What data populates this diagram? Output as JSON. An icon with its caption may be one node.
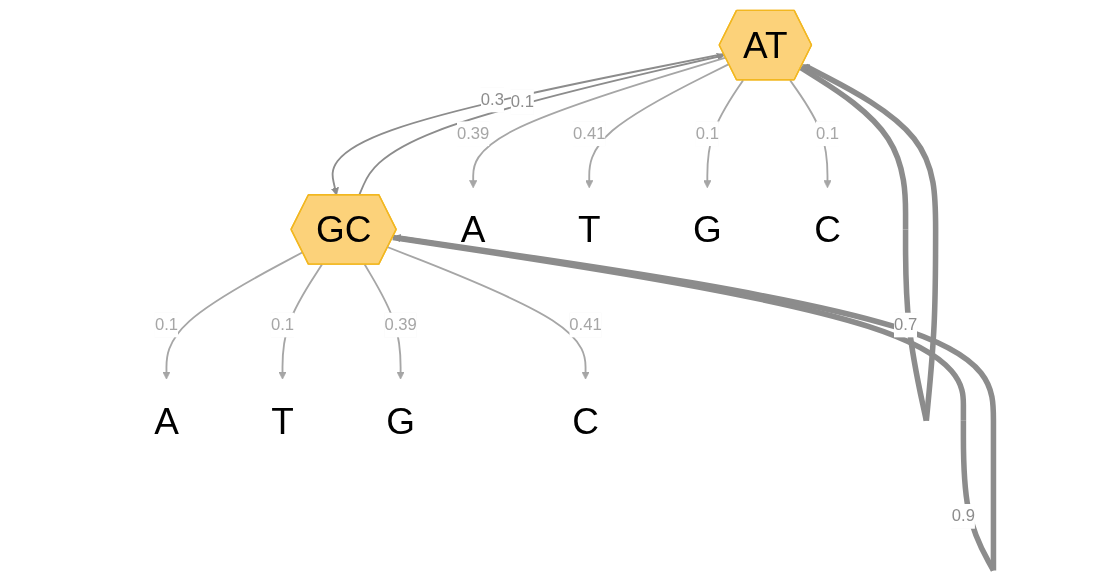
{
  "diagram": {
    "nodes": [
      {
        "text": [
          "AT"
        ]
      },
      {
        "text": [
          "GC"
        ]
      },
      {
        "text": [
          "A"
        ]
      },
      {
        "text": [
          "T"
        ]
      },
      {
        "text": [
          "G"
        ]
      },
      {
        "text": [
          "C"
        ]
      },
      {
        "text": [
          "A"
        ]
      },
      {
        "text": [
          "T"
        ]
      },
      {
        "text": [
          "G"
        ]
      },
      {
        "text": [
          "C"
        ]
      }
    ],
    "edges": [
      {
        "from": 0,
        "to": 0,
        "arrow": "to",
        "label": "0.7",
        "style": "thick",
        "color": "#8c8c8c"
      },
      {
        "from": 0,
        "to": 1,
        "arrow": "to",
        "label": "0.3",
        "color": "#8c8c8c"
      },
      {
        "from": 1,
        "to": 0,
        "arrow": "to",
        "label": "0.1",
        "color": "#8c8c8c"
      },
      {
        "from": 1,
        "to": 1,
        "arrow": "to",
        "label": "0.9",
        "style": "thick",
        "color": "#8c8c8c"
      },
      {
        "from": 0,
        "to": 2,
        "arrow": "to",
        "label": "0.39"
      },
      {
        "from": 0,
        "to": 3,
        "arrow": "to",
        "label": "0.41"
      },
      {
        "from": 0,
        "to": 4,
        "arrow": "to",
        "label": "0.1"
      },
      {
        "from": 0,
        "to": 5,
        "arrow": "to",
        "label": "0.1"
      },
      {
        "from": 1,
        "to": 6,
        "arrow": "to",
        "label": "0.1"
      },
      {
        "from": 1,
        "to": 7,
        "arrow": "to",
        "label": "0.1"
      },
      {
        "from": 1,
        "to": 8,
        "arrow": "to",
        "label": "0.39"
      },
      {
        "from": 1,
        "to": 9,
        "arrow": "to",
        "label": "0.41"
      }
    ]
  }
}
